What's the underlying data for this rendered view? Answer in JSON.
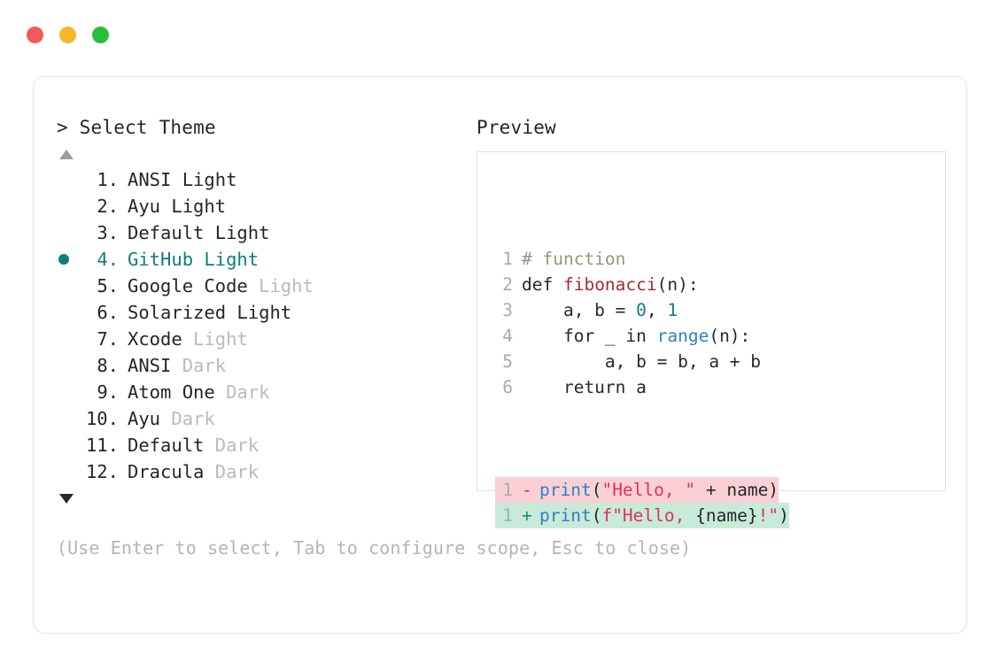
{
  "window": {
    "traffic_lights": [
      {
        "name": "close",
        "color": "#f1585a"
      },
      {
        "name": "minimize",
        "color": "#f5b72c"
      },
      {
        "name": "maximize",
        "color": "#26c03a"
      }
    ]
  },
  "left_panel": {
    "prompt": "> Select Theme",
    "scroll_up_icon": "triangle-up-icon",
    "scroll_down_icon": "triangle-down-icon",
    "selected_index": 4,
    "selection_color": "#0f7d7d",
    "items": [
      {
        "number": "1.",
        "name": "ANSI",
        "variant": " Light",
        "variant_muted": false,
        "selected": false
      },
      {
        "number": "2.",
        "name": "Ayu",
        "variant": " Light",
        "variant_muted": false,
        "selected": false
      },
      {
        "number": "3.",
        "name": "Default",
        "variant": " Light",
        "variant_muted": false,
        "selected": false
      },
      {
        "number": "4.",
        "name": "GitHub",
        "variant": " Light",
        "variant_muted": false,
        "selected": true
      },
      {
        "number": "5.",
        "name": "Google Code",
        "variant": " Light",
        "variant_muted": true,
        "selected": false
      },
      {
        "number": "6.",
        "name": "Solarized",
        "variant": " Light",
        "variant_muted": false,
        "selected": false
      },
      {
        "number": "7.",
        "name": "Xcode",
        "variant": " Light",
        "variant_muted": true,
        "selected": false
      },
      {
        "number": "8.",
        "name": "ANSI",
        "variant": " Dark",
        "variant_muted": true,
        "selected": false
      },
      {
        "number": "9.",
        "name": "Atom One",
        "variant": " Dark",
        "variant_muted": true,
        "selected": false
      },
      {
        "number": "10.",
        "name": "Ayu",
        "variant": " Dark",
        "variant_muted": true,
        "selected": false
      },
      {
        "number": "11.",
        "name": "Default",
        "variant": " Dark",
        "variant_muted": true,
        "selected": false
      },
      {
        "number": "12.",
        "name": "Dracula",
        "variant": " Dark",
        "variant_muted": true,
        "selected": false
      }
    ]
  },
  "right_panel": {
    "title": "Preview",
    "code_lines": [
      {
        "lineno": "1",
        "tokens": [
          {
            "t": "# function",
            "c": "comment"
          }
        ]
      },
      {
        "lineno": "2",
        "tokens": [
          {
            "t": "def ",
            "c": "plain"
          },
          {
            "t": "fibonacci",
            "c": "func"
          },
          {
            "t": "(n):",
            "c": "plain"
          }
        ]
      },
      {
        "lineno": "3",
        "tokens": [
          {
            "t": "    a, b = ",
            "c": "plain"
          },
          {
            "t": "0",
            "c": "num"
          },
          {
            "t": ", ",
            "c": "plain"
          },
          {
            "t": "1",
            "c": "num"
          }
        ]
      },
      {
        "lineno": "4",
        "tokens": [
          {
            "t": "    for _ in ",
            "c": "plain"
          },
          {
            "t": "range",
            "c": "builtin"
          },
          {
            "t": "(n):",
            "c": "plain"
          }
        ]
      },
      {
        "lineno": "5",
        "tokens": [
          {
            "t": "        a, b = b, a + b",
            "c": "plain"
          }
        ]
      },
      {
        "lineno": "6",
        "tokens": [
          {
            "t": "    return a",
            "c": "plain"
          }
        ]
      }
    ],
    "diff_lines": [
      {
        "lineno": "1",
        "marker": "-",
        "kind": "del",
        "tokens": [
          {
            "t": "print",
            "c": "call"
          },
          {
            "t": "(",
            "c": "plain"
          },
          {
            "t": "\"Hello, \"",
            "c": "string"
          },
          {
            "t": " + name)",
            "c": "plain"
          }
        ]
      },
      {
        "lineno": "1",
        "marker": "+",
        "kind": "add",
        "tokens": [
          {
            "t": "print",
            "c": "call"
          },
          {
            "t": "(",
            "c": "plain"
          },
          {
            "t": "f\"Hello, ",
            "c": "string"
          },
          {
            "t": "{name}",
            "c": "plain"
          },
          {
            "t": "!\"",
            "c": "string"
          },
          {
            "t": ")",
            "c": "plain"
          }
        ]
      }
    ],
    "diff_del_bg": "#fad0d4",
    "diff_add_bg": "#c8ead8"
  },
  "hint": "(Use Enter to select, Tab to configure scope, Esc to close)"
}
